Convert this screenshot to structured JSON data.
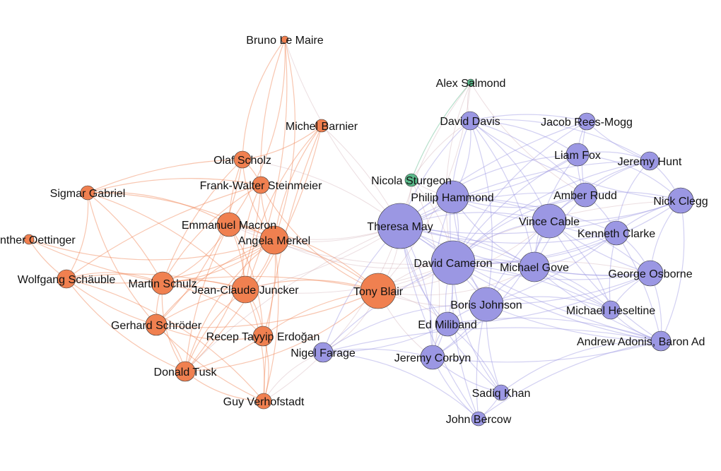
{
  "graph": {
    "communities": [
      {
        "id": "eu",
        "color": "#f08050"
      },
      {
        "id": "uk",
        "color": "#9b97e3"
      },
      {
        "id": "scot",
        "color": "#5ab98a"
      }
    ],
    "nodes": [
      {
        "id": "bruno",
        "label": "Bruno Le Maire",
        "community": "eu"
      },
      {
        "id": "barnier",
        "label": "Michel Barnier",
        "community": "eu"
      },
      {
        "id": "scholz",
        "label": "Olaf Scholz",
        "community": "eu"
      },
      {
        "id": "steinmeier",
        "label": "Frank-Walter Steinmeier",
        "community": "eu"
      },
      {
        "id": "gabriel",
        "label": "Sigmar Gabriel",
        "community": "eu"
      },
      {
        "id": "oettinger",
        "label": "nther Oettinger",
        "community": "eu"
      },
      {
        "id": "macron",
        "label": "Emmanuel Macron",
        "community": "eu"
      },
      {
        "id": "merkel",
        "label": "Angela Merkel",
        "community": "eu"
      },
      {
        "id": "schaeuble",
        "label": "Wolfgang Schäuble",
        "community": "eu"
      },
      {
        "id": "mschulz",
        "label": "Martin Schulz",
        "community": "eu"
      },
      {
        "id": "juncker",
        "label": "Jean-Claude Juncker",
        "community": "eu"
      },
      {
        "id": "schroeder",
        "label": "Gerhard Schröder",
        "community": "eu"
      },
      {
        "id": "erdogan",
        "label": "Recep Tayyip Erdoğan",
        "community": "eu"
      },
      {
        "id": "tusk",
        "label": "Donald Tusk",
        "community": "eu"
      },
      {
        "id": "verhofstadt",
        "label": "Guy Verhofstadt",
        "community": "eu"
      },
      {
        "id": "blair",
        "label": "Tony Blair",
        "community": "eu"
      },
      {
        "id": "salmond",
        "label": "Alex Salmond",
        "community": "scot"
      },
      {
        "id": "sturgeon",
        "label": "Nicola Sturgeon",
        "community": "scot"
      },
      {
        "id": "davis",
        "label": "David Davis",
        "community": "uk"
      },
      {
        "id": "reesmogg",
        "label": "Jacob Rees-Mogg",
        "community": "uk"
      },
      {
        "id": "fox",
        "label": "Liam Fox",
        "community": "uk"
      },
      {
        "id": "hunt",
        "label": "Jeremy Hunt",
        "community": "uk"
      },
      {
        "id": "hammond",
        "label": "Philip Hammond",
        "community": "uk"
      },
      {
        "id": "rudd",
        "label": "Amber Rudd",
        "community": "uk"
      },
      {
        "id": "clegg",
        "label": "Nick Clegg",
        "community": "uk"
      },
      {
        "id": "may",
        "label": "Theresa May",
        "community": "uk"
      },
      {
        "id": "cable",
        "label": "Vince Cable",
        "community": "uk"
      },
      {
        "id": "clarke",
        "label": "Kenneth Clarke",
        "community": "uk"
      },
      {
        "id": "cameron",
        "label": "David Cameron",
        "community": "uk"
      },
      {
        "id": "gove",
        "label": "Michael Gove",
        "community": "uk"
      },
      {
        "id": "osborne",
        "label": "George Osborne",
        "community": "uk"
      },
      {
        "id": "johnson",
        "label": "Boris Johnson",
        "community": "uk"
      },
      {
        "id": "heseltine",
        "label": "Michael Heseltine",
        "community": "uk"
      },
      {
        "id": "miliband",
        "label": "Ed Miliband",
        "community": "uk"
      },
      {
        "id": "adonis",
        "label": "Andrew Adonis, Baron Ad",
        "community": "uk"
      },
      {
        "id": "farage",
        "label": "Nigel Farage",
        "community": "uk"
      },
      {
        "id": "corbyn",
        "label": "Jeremy Corbyn",
        "community": "uk"
      },
      {
        "id": "khan",
        "label": "Sadiq Khan",
        "community": "uk"
      },
      {
        "id": "bercow",
        "label": "John Bercow",
        "community": "uk"
      }
    ],
    "edges": [
      [
        "bruno",
        "scholz"
      ],
      [
        "bruno",
        "steinmeier"
      ],
      [
        "bruno",
        "macron"
      ],
      [
        "bruno",
        "merkel"
      ],
      [
        "bruno",
        "may"
      ],
      [
        "bruno",
        "juncker"
      ],
      [
        "barnier",
        "scholz"
      ],
      [
        "barnier",
        "juncker"
      ],
      [
        "barnier",
        "merkel"
      ],
      [
        "barnier",
        "tusk"
      ],
      [
        "barnier",
        "may"
      ],
      [
        "barnier",
        "verhofstadt"
      ],
      [
        "scholz",
        "merkel"
      ],
      [
        "scholz",
        "macron"
      ],
      [
        "scholz",
        "mschulz"
      ],
      [
        "scholz",
        "gabriel"
      ],
      [
        "scholz",
        "steinmeier"
      ],
      [
        "scholz",
        "schroeder"
      ],
      [
        "scholz",
        "may"
      ],
      [
        "steinmeier",
        "merkel"
      ],
      [
        "steinmeier",
        "gabriel"
      ],
      [
        "steinmeier",
        "schaeuble"
      ],
      [
        "steinmeier",
        "mschulz"
      ],
      [
        "steinmeier",
        "juncker"
      ],
      [
        "steinmeier",
        "blair"
      ],
      [
        "steinmeier",
        "tusk"
      ],
      [
        "gabriel",
        "merkel"
      ],
      [
        "gabriel",
        "mschulz"
      ],
      [
        "gabriel",
        "schaeuble"
      ],
      [
        "gabriel",
        "macron"
      ],
      [
        "gabriel",
        "schroeder"
      ],
      [
        "gabriel",
        "juncker"
      ],
      [
        "oettinger",
        "merkel"
      ],
      [
        "oettinger",
        "juncker"
      ],
      [
        "oettinger",
        "schaeuble"
      ],
      [
        "macron",
        "merkel"
      ],
      [
        "macron",
        "juncker"
      ],
      [
        "macron",
        "mschulz"
      ],
      [
        "macron",
        "blair"
      ],
      [
        "macron",
        "erdogan"
      ],
      [
        "macron",
        "tusk"
      ],
      [
        "macron",
        "may"
      ],
      [
        "macron",
        "cameron"
      ],
      [
        "merkel",
        "juncker"
      ],
      [
        "merkel",
        "mschulz"
      ],
      [
        "merkel",
        "schaeuble"
      ],
      [
        "merkel",
        "schroeder"
      ],
      [
        "merkel",
        "erdogan"
      ],
      [
        "merkel",
        "tusk"
      ],
      [
        "merkel",
        "blair"
      ],
      [
        "merkel",
        "may"
      ],
      [
        "merkel",
        "cameron"
      ],
      [
        "merkel",
        "verhofstadt"
      ],
      [
        "schaeuble",
        "mschulz"
      ],
      [
        "schaeuble",
        "juncker"
      ],
      [
        "schaeuble",
        "schroeder"
      ],
      [
        "schaeuble",
        "tusk"
      ],
      [
        "schaeuble",
        "verhofstadt"
      ],
      [
        "mschulz",
        "juncker"
      ],
      [
        "mschulz",
        "schroeder"
      ],
      [
        "mschulz",
        "tusk"
      ],
      [
        "mschulz",
        "erdogan"
      ],
      [
        "mschulz",
        "blair"
      ],
      [
        "juncker",
        "tusk"
      ],
      [
        "juncker",
        "erdogan"
      ],
      [
        "juncker",
        "verhofstadt"
      ],
      [
        "juncker",
        "schroeder"
      ],
      [
        "juncker",
        "blair"
      ],
      [
        "juncker",
        "may"
      ],
      [
        "juncker",
        "cameron"
      ],
      [
        "schroeder",
        "tusk"
      ],
      [
        "schroeder",
        "erdogan"
      ],
      [
        "schroeder",
        "blair"
      ],
      [
        "schroeder",
        "verhofstadt"
      ],
      [
        "tusk",
        "verhofstadt"
      ],
      [
        "tusk",
        "erdogan"
      ],
      [
        "tusk",
        "may"
      ],
      [
        "tusk",
        "blair"
      ],
      [
        "erdogan",
        "verhofstadt"
      ],
      [
        "erdogan",
        "blair"
      ],
      [
        "verhofstadt",
        "farage"
      ],
      [
        "verhofstadt",
        "may"
      ],
      [
        "blair",
        "may"
      ],
      [
        "blair",
        "cameron"
      ],
      [
        "blair",
        "johnson"
      ],
      [
        "blair",
        "corbyn"
      ],
      [
        "blair",
        "miliband"
      ],
      [
        "blair",
        "farage"
      ],
      [
        "blair",
        "osborne"
      ],
      [
        "blair",
        "gove"
      ],
      [
        "blair",
        "cable"
      ],
      [
        "blair",
        "clegg"
      ],
      [
        "blair",
        "brown"
      ],
      [
        "salmond",
        "sturgeon"
      ],
      [
        "salmond",
        "cameron"
      ],
      [
        "salmond",
        "davis"
      ],
      [
        "salmond",
        "may"
      ],
      [
        "salmond",
        "blair"
      ],
      [
        "salmond",
        "rudd"
      ],
      [
        "sturgeon",
        "may"
      ],
      [
        "sturgeon",
        "cameron"
      ],
      [
        "sturgeon",
        "hammond"
      ],
      [
        "sturgeon",
        "corbyn"
      ],
      [
        "sturgeon",
        "davis"
      ],
      [
        "may",
        "cameron"
      ],
      [
        "may",
        "hammond"
      ],
      [
        "may",
        "davis"
      ],
      [
        "may",
        "johnson"
      ],
      [
        "may",
        "gove"
      ],
      [
        "may",
        "rudd"
      ],
      [
        "may",
        "fox"
      ],
      [
        "may",
        "cable"
      ],
      [
        "may",
        "corbyn"
      ],
      [
        "may",
        "osborne"
      ],
      [
        "may",
        "clarke"
      ],
      [
        "may",
        "hunt"
      ],
      [
        "may",
        "reesmogg"
      ],
      [
        "may",
        "farage"
      ],
      [
        "may",
        "miliband"
      ],
      [
        "may",
        "adonis"
      ],
      [
        "may",
        "clegg"
      ],
      [
        "may",
        "heseltine"
      ],
      [
        "may",
        "bercow"
      ],
      [
        "may",
        "khan"
      ],
      [
        "cameron",
        "hammond"
      ],
      [
        "cameron",
        "davis"
      ],
      [
        "cameron",
        "johnson"
      ],
      [
        "cameron",
        "gove"
      ],
      [
        "cameron",
        "osborne"
      ],
      [
        "cameron",
        "cable"
      ],
      [
        "cameron",
        "clegg"
      ],
      [
        "cameron",
        "clarke"
      ],
      [
        "cameron",
        "miliband"
      ],
      [
        "cameron",
        "corbyn"
      ],
      [
        "cameron",
        "farage"
      ],
      [
        "cameron",
        "rudd"
      ],
      [
        "cameron",
        "fox"
      ],
      [
        "cameron",
        "heseltine"
      ],
      [
        "cameron",
        "adonis"
      ],
      [
        "cameron",
        "hunt"
      ],
      [
        "cameron",
        "bercow"
      ],
      [
        "cameron",
        "khan"
      ],
      [
        "cameron",
        "reesmogg"
      ],
      [
        "hammond",
        "davis"
      ],
      [
        "hammond",
        "johnson"
      ],
      [
        "hammond",
        "gove"
      ],
      [
        "hammond",
        "rudd"
      ],
      [
        "hammond",
        "cable"
      ],
      [
        "hammond",
        "osborne"
      ],
      [
        "hammond",
        "fox"
      ],
      [
        "hammond",
        "clarke"
      ],
      [
        "hammond",
        "corbyn"
      ],
      [
        "davis",
        "johnson"
      ],
      [
        "davis",
        "fox"
      ],
      [
        "davis",
        "reesmogg"
      ],
      [
        "davis",
        "gove"
      ],
      [
        "davis",
        "rudd"
      ],
      [
        "davis",
        "cable"
      ],
      [
        "davis",
        "clegg"
      ],
      [
        "davis",
        "hunt"
      ],
      [
        "johnson",
        "gove"
      ],
      [
        "johnson",
        "osborne"
      ],
      [
        "johnson",
        "corbyn"
      ],
      [
        "johnson",
        "farage"
      ],
      [
        "johnson",
        "miliband"
      ],
      [
        "johnson",
        "khan"
      ],
      [
        "johnson",
        "heseltine"
      ],
      [
        "johnson",
        "cable"
      ],
      [
        "johnson",
        "clarke"
      ],
      [
        "johnson",
        "adonis"
      ],
      [
        "johnson",
        "bercow"
      ],
      [
        "gove",
        "osborne"
      ],
      [
        "gove",
        "cable"
      ],
      [
        "gove",
        "clarke"
      ],
      [
        "gove",
        "rudd"
      ],
      [
        "gove",
        "heseltine"
      ],
      [
        "gove",
        "adonis"
      ],
      [
        "gove",
        "fox"
      ],
      [
        "cable",
        "clegg"
      ],
      [
        "cable",
        "clarke"
      ],
      [
        "cable",
        "rudd"
      ],
      [
        "cable",
        "osborne"
      ],
      [
        "cable",
        "heseltine"
      ],
      [
        "cable",
        "adonis"
      ],
      [
        "cable",
        "corbyn"
      ],
      [
        "cable",
        "hunt"
      ],
      [
        "clarke",
        "heseltine"
      ],
      [
        "clarke",
        "osborne"
      ],
      [
        "clarke",
        "clegg"
      ],
      [
        "clarke",
        "adonis"
      ],
      [
        "clarke",
        "rudd"
      ],
      [
        "osborne",
        "clegg"
      ],
      [
        "osborne",
        "heseltine"
      ],
      [
        "osborne",
        "adonis"
      ],
      [
        "osborne",
        "miliband"
      ],
      [
        "clegg",
        "rudd"
      ],
      [
        "clegg",
        "hunt"
      ],
      [
        "clegg",
        "fox"
      ],
      [
        "clegg",
        "adonis"
      ],
      [
        "rudd",
        "fox"
      ],
      [
        "rudd",
        "hunt"
      ],
      [
        "rudd",
        "reesmogg"
      ],
      [
        "fox",
        "reesmogg"
      ],
      [
        "fox",
        "hunt"
      ],
      [
        "hunt",
        "reesmogg"
      ],
      [
        "hunt",
        "clarke"
      ],
      [
        "miliband",
        "corbyn"
      ],
      [
        "miliband",
        "khan"
      ],
      [
        "miliband",
        "adonis"
      ],
      [
        "miliband",
        "farage"
      ],
      [
        "corbyn",
        "khan"
      ],
      [
        "corbyn",
        "bercow"
      ],
      [
        "corbyn",
        "farage"
      ],
      [
        "corbyn",
        "adonis"
      ],
      [
        "farage",
        "bercow"
      ],
      [
        "farage",
        "adonis"
      ],
      [
        "khan",
        "bercow"
      ],
      [
        "khan",
        "adonis"
      ],
      [
        "bercow",
        "adonis"
      ],
      [
        "heseltine",
        "adonis"
      ]
    ]
  }
}
